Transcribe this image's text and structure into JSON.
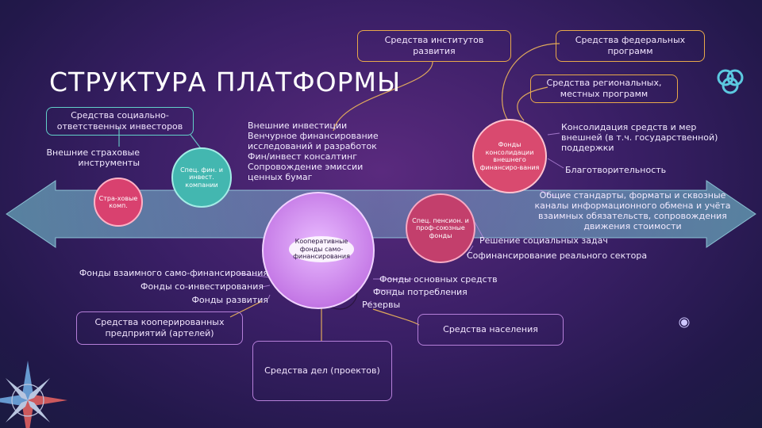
{
  "title": "СТРУКТУРА ПЛАТФОРМЫ",
  "top_boxes": {
    "institutes": "Средства институтов развития",
    "federal": "Средства федеральных программ",
    "regional": "Средства региональных, местных программ"
  },
  "left": {
    "social_investors": "Средства социально-ответственных инвесторов",
    "insurance_instruments": "Внешние страховые инструменты",
    "insurance_companies": "Стра-ховые комп.",
    "spec_fin": "Спец. фин. и инвест. компании"
  },
  "external_investments": "Внешние инвестиции\nВенчурное финансирование исследований и разработок\nФин/инвест консалтинг\nСопровождение эмиссии ценных бумаг",
  "consolidation_funds": "Фонды консолидации внешнего финансиро-вания",
  "right_texts": {
    "consolidation": "Консолидация средств и мер внешней (в т.ч. государственной) поддержки",
    "charity": "Благотворительность",
    "standards": "Общие стандарты, форматы и сквозные каналы информационного обмена и учёта взаимных обязательств, сопровождения движения стоимости",
    "social_tasks": "Решение социальных задач",
    "cofinancing": "Софинансирование реального сектора"
  },
  "pension_funds": "Спец. пенсион. и проф-союзные фонды",
  "coop_funds": "Кооперативные фонды само-финансирования",
  "left_bottom": {
    "mutual": "Фонды взаимного само-финансирования",
    "coinvest": "Фонды со-инвестирования",
    "development": "Фонды развития"
  },
  "right_bottom": {
    "fixed_assets": "Фонды основных средств",
    "consumption": "Фонды потребления",
    "reserves": "Резервы"
  },
  "bottom_boxes": {
    "cooperated": "Средства кооперированных предприятий (артелей)",
    "population": "Средства населения",
    "projects": "Средства дел (проектов)"
  },
  "colors": {
    "accent_orange": "#e9a94a",
    "teal": "#4fc3bf",
    "violet": "#a35fd0"
  }
}
